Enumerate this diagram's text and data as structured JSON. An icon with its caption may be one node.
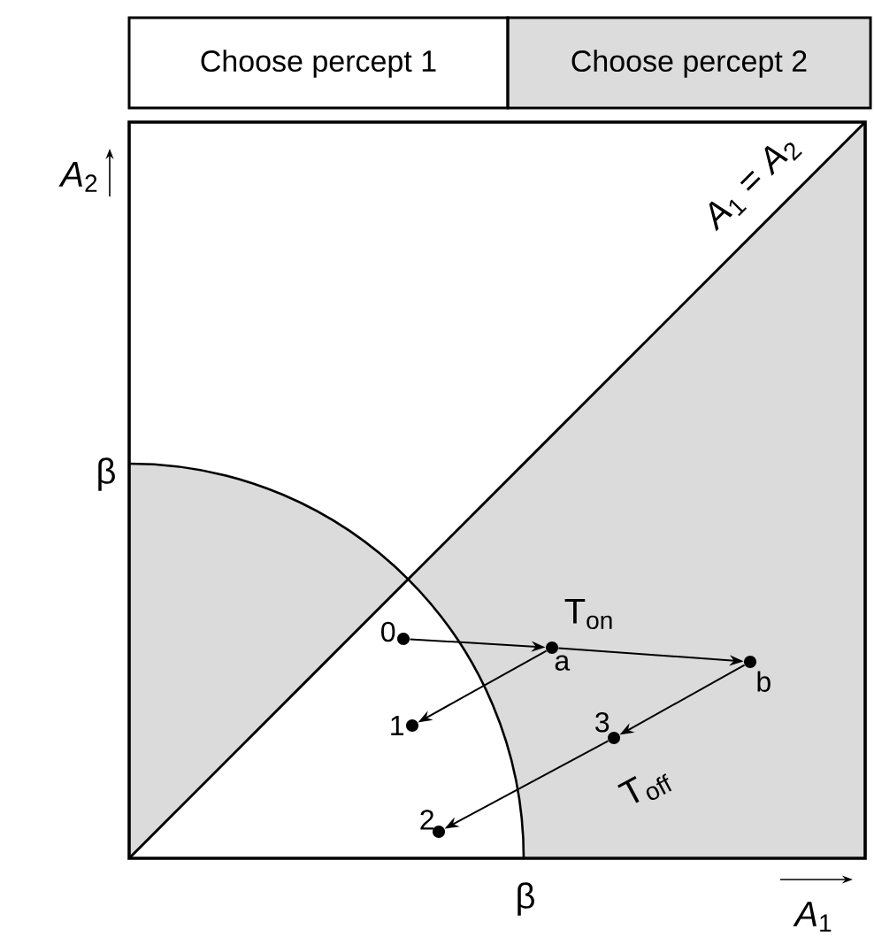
{
  "diagram": {
    "nodes": [
      {
        "text": [
          "0"
        ]
      },
      {
        "text": [
          "a"
        ]
      },
      {
        "text": [
          "b"
        ]
      },
      {
        "text": [
          "1"
        ]
      },
      {
        "text": [
          "3"
        ]
      },
      {
        "text": [
          "2"
        ]
      }
    ],
    "edges": [
      {
        "from": 0,
        "to": 1,
        "arrow": "to"
      },
      {
        "from": 1,
        "to": 2,
        "arrow": "to"
      },
      {
        "from": 1,
        "to": 3,
        "arrow": "to"
      },
      {
        "from": 2,
        "to": 4,
        "arrow": "to"
      },
      {
        "from": 4,
        "to": 5,
        "arrow": "to"
      }
    ],
    "labels": [
      "*A*$_{2}$",
      "*A*$_{1}$ = *A*$_{2}$",
      "β",
      "T$_{on}$",
      "T$_{off}$",
      "β",
      "*A*$_{1}$"
    ],
    "legend": [
      {
        "text": "Choose percept 1",
        "color": "#ffffff"
      },
      {
        "text": "Choose percept 2",
        "color": "#dcdcdc"
      }
    ]
  }
}
